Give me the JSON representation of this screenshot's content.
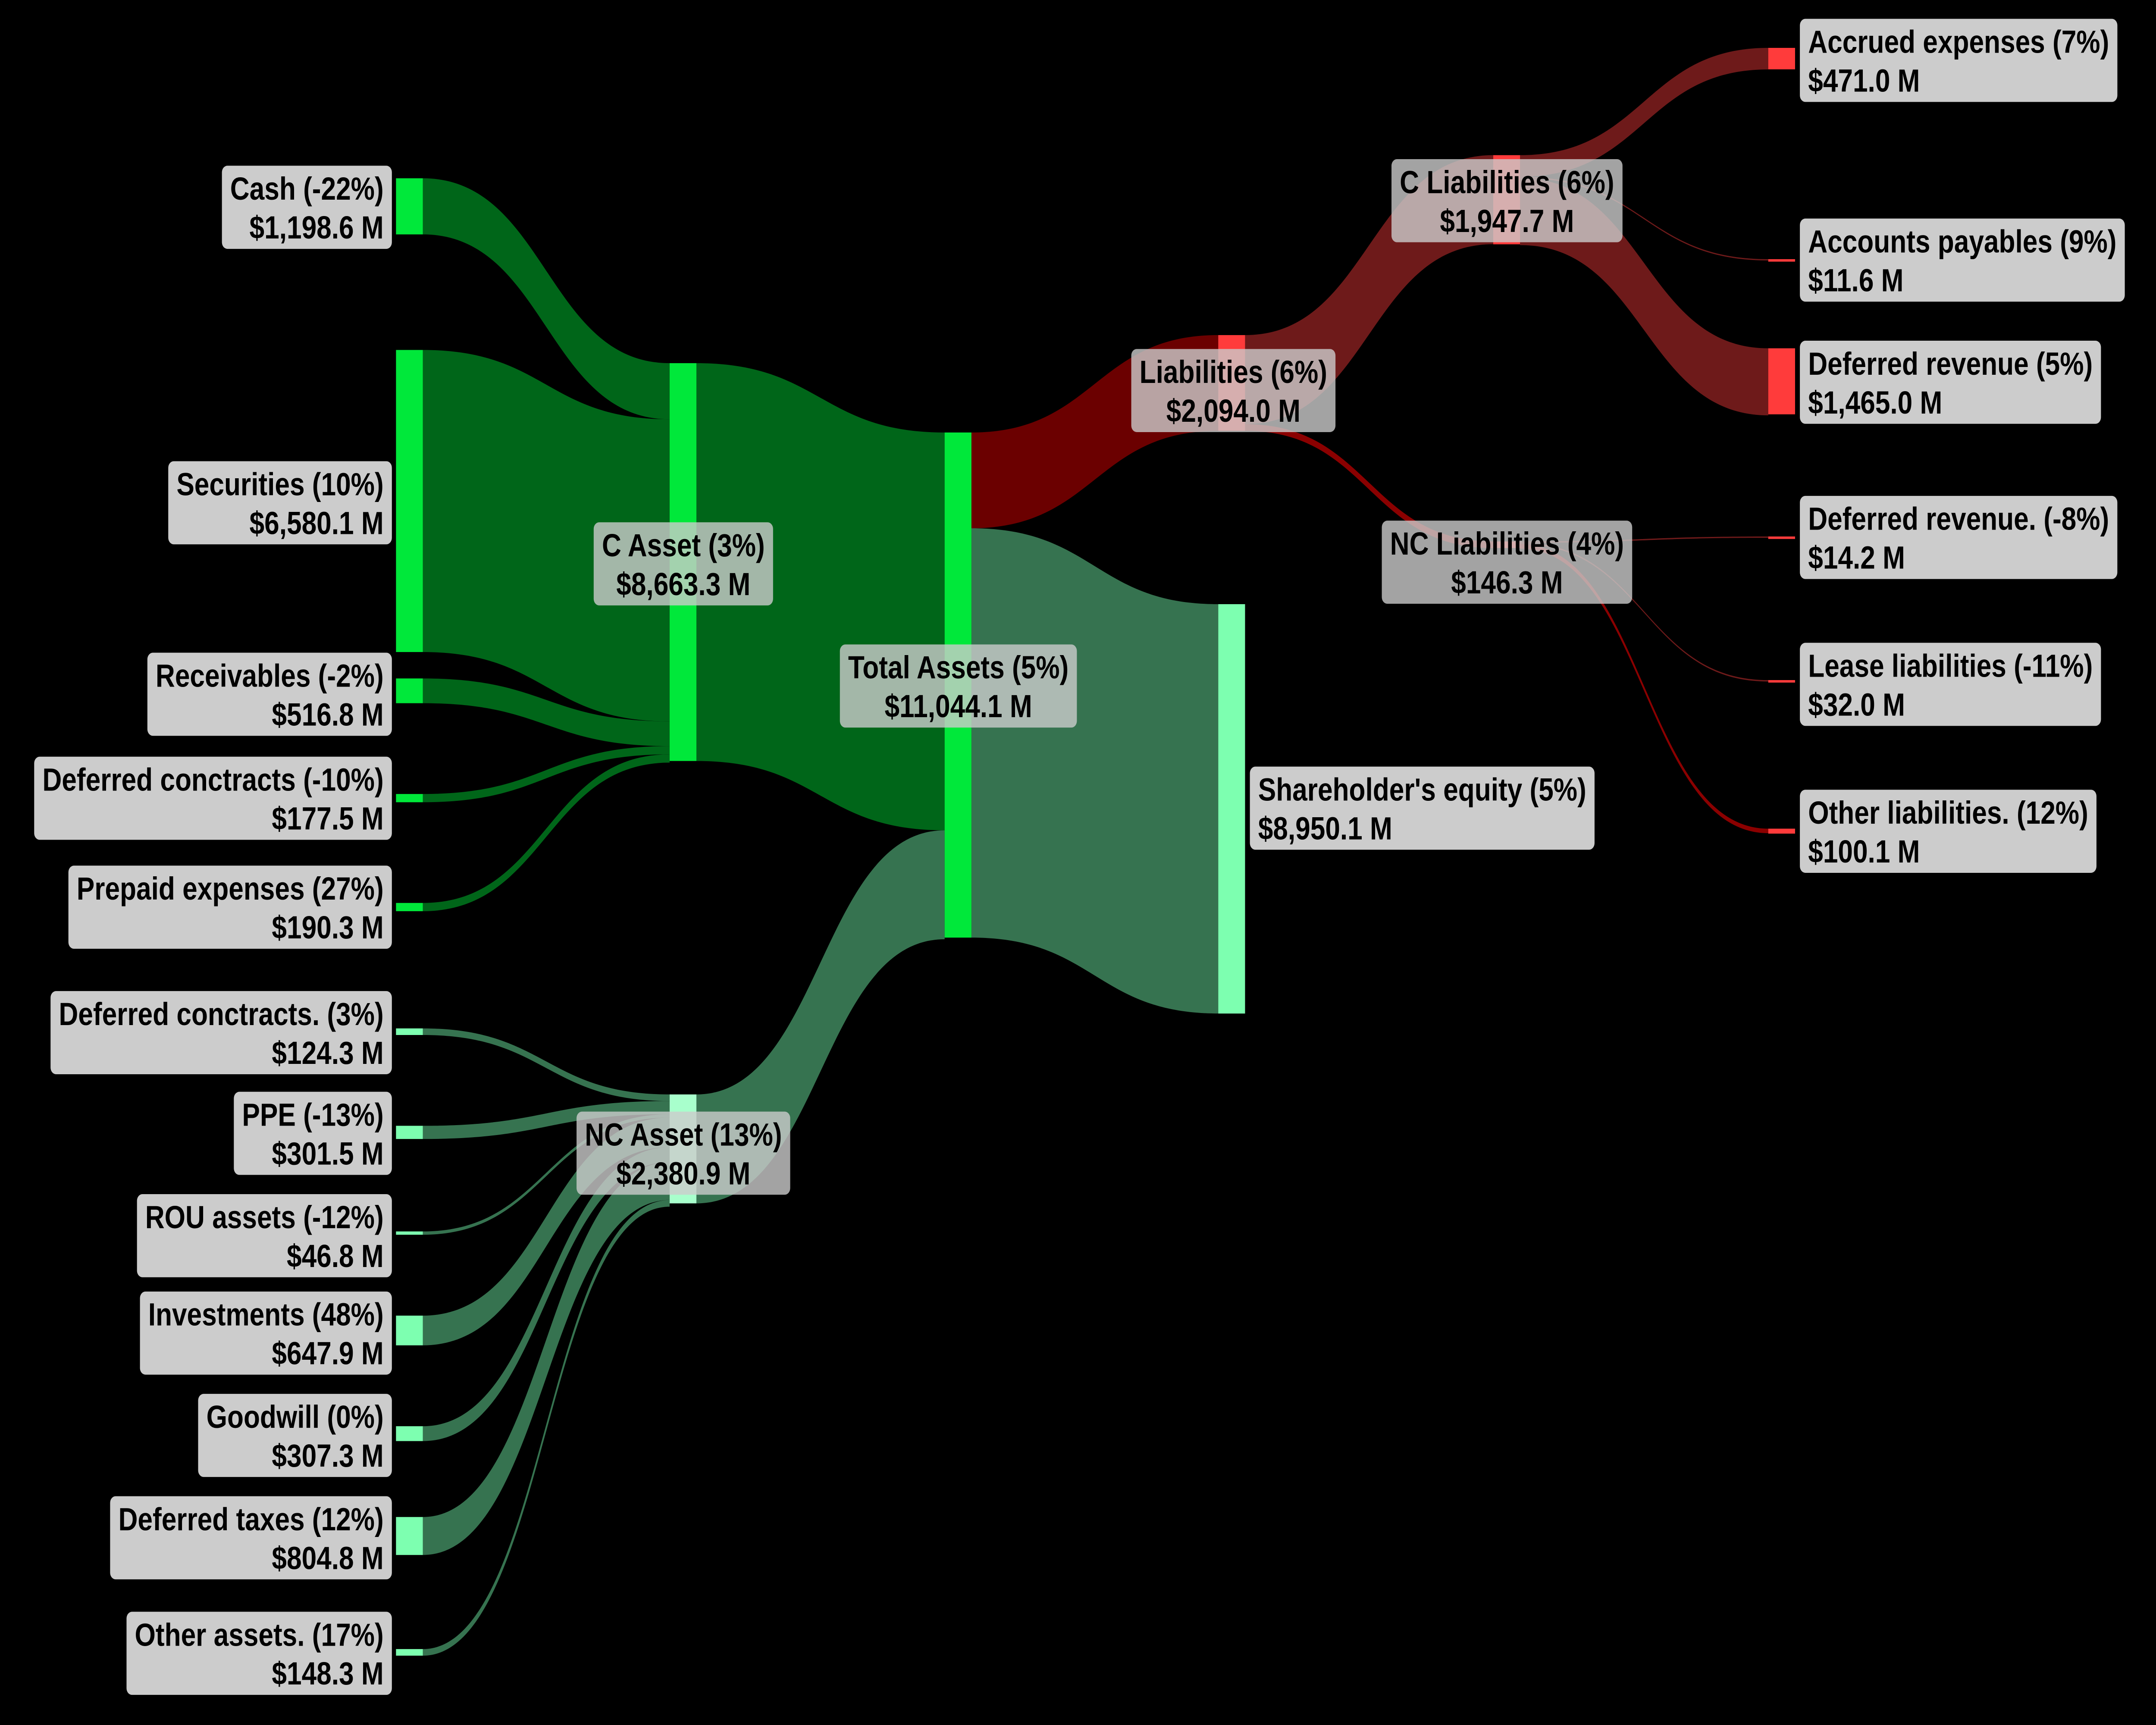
{
  "chart_data": {
    "type": "sankey",
    "title": "",
    "nodes": [
      {
        "id": "cash",
        "title": "Cash (-22%)",
        "amount": "$1,198.6 M",
        "value": 1198.6,
        "change_pct": -22,
        "color": "#00e83a"
      },
      {
        "id": "securities",
        "title": "Securities (10%)",
        "amount": "$6,580.1 M",
        "value": 6580.1,
        "change_pct": 10,
        "color": "#00e83a"
      },
      {
        "id": "receivables",
        "title": "Receivables (-2%)",
        "amount": "$516.8 M",
        "value": 516.8,
        "change_pct": -2,
        "color": "#00e83a"
      },
      {
        "id": "deferred_contracts_c",
        "title": "Deferred conctracts (-10%)",
        "amount": "$177.5 M",
        "value": 177.5,
        "change_pct": -10,
        "color": "#00e83a"
      },
      {
        "id": "prepaid",
        "title": "Prepaid expenses (27%)",
        "amount": "$190.3 M",
        "value": 190.3,
        "change_pct": 27,
        "color": "#00e83a"
      },
      {
        "id": "deferred_contracts_nc",
        "title": "Deferred conctracts. (3%)",
        "amount": "$124.3 M",
        "value": 124.3,
        "change_pct": 3,
        "color": "#7dffb0"
      },
      {
        "id": "ppe",
        "title": "PPE (-13%)",
        "amount": "$301.5 M",
        "value": 301.5,
        "change_pct": -13,
        "color": "#7dffb0"
      },
      {
        "id": "rou",
        "title": "ROU assets (-12%)",
        "amount": "$46.8 M",
        "value": 46.8,
        "change_pct": -12,
        "color": "#7dffb0"
      },
      {
        "id": "investments",
        "title": "Investments (48%)",
        "amount": "$647.9 M",
        "value": 647.9,
        "change_pct": 48,
        "color": "#7dffb0"
      },
      {
        "id": "goodwill",
        "title": "Goodwill (0%)",
        "amount": "$307.3 M",
        "value": 307.3,
        "change_pct": 0,
        "color": "#7dffb0"
      },
      {
        "id": "deferred_taxes",
        "title": "Deferred taxes (12%)",
        "amount": "$804.8 M",
        "value": 804.8,
        "change_pct": 12,
        "color": "#7dffb0"
      },
      {
        "id": "other_assets",
        "title": "Other assets. (17%)",
        "amount": "$148.3 M",
        "value": 148.3,
        "change_pct": 17,
        "color": "#7dffb0"
      },
      {
        "id": "c_asset",
        "title": "C Asset (3%)",
        "amount": "$8,663.3 M",
        "value": 8663.3,
        "change_pct": 3,
        "color": "#00e83a"
      },
      {
        "id": "nc_asset",
        "title": "NC Asset (13%)",
        "amount": "$2,380.9 M",
        "value": 2380.9,
        "change_pct": 13,
        "color": "#a8ffcc"
      },
      {
        "id": "total_assets",
        "title": "Total Assets (5%)",
        "amount": "$11,044.1 M",
        "value": 11044.1,
        "change_pct": 5,
        "color": "#00e83a"
      },
      {
        "id": "liabilities",
        "title": "Liabilities (6%)",
        "amount": "$2,094.0 M",
        "value": 2094.0,
        "change_pct": 6,
        "color": "#ff3b3b"
      },
      {
        "id": "equity",
        "title": "Shareholder's equity (5%)",
        "amount": "$8,950.1 M",
        "value": 8950.1,
        "change_pct": 5,
        "color": "#7dffb0"
      },
      {
        "id": "c_liabilities",
        "title": "C Liabilities (6%)",
        "amount": "$1,947.7 M",
        "value": 1947.7,
        "change_pct": 6,
        "color": "#ff3b3b"
      },
      {
        "id": "nc_liabilities",
        "title": "NC Liabilities (4%)",
        "amount": "$146.3 M",
        "value": 146.3,
        "change_pct": 4,
        "color": "#ff3b3b"
      },
      {
        "id": "accrued",
        "title": "Accrued expenses (7%)",
        "amount": "$471.0 M",
        "value": 471.0,
        "change_pct": 7,
        "color": "#ff3b3b"
      },
      {
        "id": "accounts_payables",
        "title": "Accounts payables (9%)",
        "amount": "$11.6 M",
        "value": 11.6,
        "change_pct": 9,
        "color": "#ff3b3b"
      },
      {
        "id": "deferred_revenue_c",
        "title": "Deferred revenue (5%)",
        "amount": "$1,465.0 M",
        "value": 1465.0,
        "change_pct": 5,
        "color": "#ff3b3b"
      },
      {
        "id": "deferred_revenue_nc",
        "title": "Deferred revenue. (-8%)",
        "amount": "$14.2 M",
        "value": 14.2,
        "change_pct": -8,
        "color": "#ff3b3b"
      },
      {
        "id": "lease",
        "title": "Lease liabilities (-11%)",
        "amount": "$32.0 M",
        "value": 32.0,
        "change_pct": -11,
        "color": "#ff3b3b"
      },
      {
        "id": "other_liabilities",
        "title": "Other liabilities. (12%)",
        "amount": "$100.1 M",
        "value": 100.1,
        "change_pct": 12,
        "color": "#ff3b3b"
      }
    ],
    "links": [
      {
        "source": "cash",
        "target": "c_asset",
        "value": 1198.6,
        "color": "#006619"
      },
      {
        "source": "securities",
        "target": "c_asset",
        "value": 6580.1,
        "color": "#006619"
      },
      {
        "source": "receivables",
        "target": "c_asset",
        "value": 516.8,
        "color": "#006619"
      },
      {
        "source": "deferred_contracts_c",
        "target": "c_asset",
        "value": 177.5,
        "color": "#006619"
      },
      {
        "source": "prepaid",
        "target": "c_asset",
        "value": 190.3,
        "color": "#006619"
      },
      {
        "source": "deferred_contracts_nc",
        "target": "nc_asset",
        "value": 124.3,
        "color": "#367350"
      },
      {
        "source": "ppe",
        "target": "nc_asset",
        "value": 301.5,
        "color": "#367350"
      },
      {
        "source": "rou",
        "target": "nc_asset",
        "value": 46.8,
        "color": "#367350"
      },
      {
        "source": "investments",
        "target": "nc_asset",
        "value": 647.9,
        "color": "#367350"
      },
      {
        "source": "goodwill",
        "target": "nc_asset",
        "value": 307.3,
        "color": "#367350"
      },
      {
        "source": "deferred_taxes",
        "target": "nc_asset",
        "value": 804.8,
        "color": "#367350"
      },
      {
        "source": "other_assets",
        "target": "nc_asset",
        "value": 148.3,
        "color": "#367350"
      },
      {
        "source": "c_asset",
        "target": "total_assets",
        "value": 8663.3,
        "color": "#006619"
      },
      {
        "source": "nc_asset",
        "target": "total_assets",
        "value": 2380.9,
        "color": "#367350"
      },
      {
        "source": "total_assets",
        "target": "liabilities",
        "value": 2094.0,
        "color": "#6b0000"
      },
      {
        "source": "total_assets",
        "target": "equity",
        "value": 8950.1,
        "color": "#367350"
      },
      {
        "source": "liabilities",
        "target": "c_liabilities",
        "value": 1947.7,
        "color": "#6e1a1a"
      },
      {
        "source": "liabilities",
        "target": "nc_liabilities",
        "value": 146.3,
        "color": "#8b0000"
      },
      {
        "source": "c_liabilities",
        "target": "accrued",
        "value": 471.0,
        "color": "#6e1a1a"
      },
      {
        "source": "c_liabilities",
        "target": "accounts_payables",
        "value": 11.6,
        "color": "#6e1a1a"
      },
      {
        "source": "c_liabilities",
        "target": "deferred_revenue_c",
        "value": 1465.0,
        "color": "#6e1a1a"
      },
      {
        "source": "nc_liabilities",
        "target": "deferred_revenue_nc",
        "value": 14.2,
        "color": "#6e1a1a"
      },
      {
        "source": "nc_liabilities",
        "target": "lease",
        "value": 32.0,
        "color": "#6e1a1a"
      },
      {
        "source": "nc_liabilities",
        "target": "other_liabilities",
        "value": 100.1,
        "color": "#8b0000"
      }
    ],
    "background": "#000000",
    "label_box_color": "#cccccc"
  }
}
